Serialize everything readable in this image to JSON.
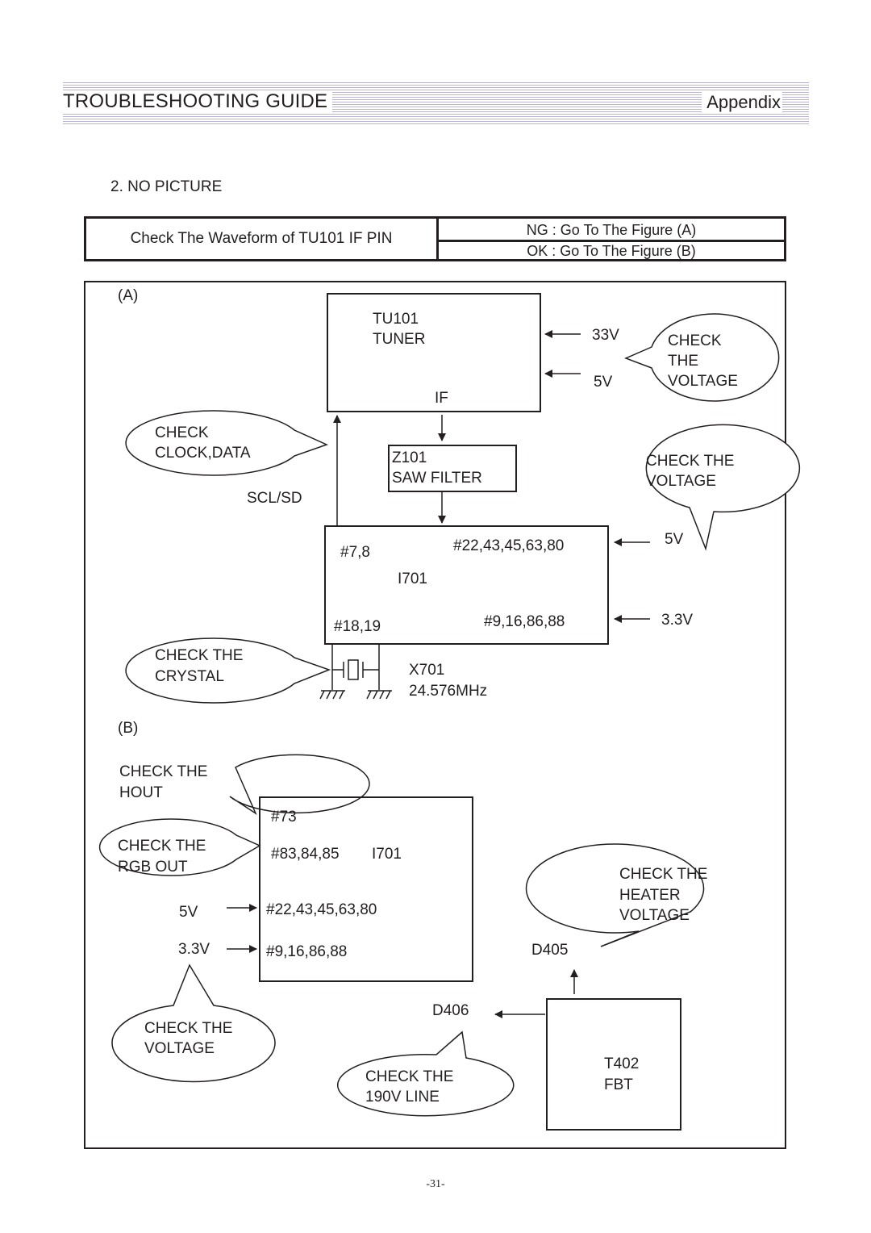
{
  "header": {
    "title": "TROUBLESHOOTING GUIDE",
    "appendix": "Appendix"
  },
  "section_title": "2. NO PICTURE",
  "table": {
    "check": "Check The Waveform of TU101 IF PIN",
    "ng": "NG : Go To The Figure (A)",
    "ok": "OK : Go To The Figure (B)"
  },
  "figure_a": {
    "label": "(A)",
    "tuner": {
      "line1": "TU101",
      "line2": "TUNER",
      "pin": "IF"
    },
    "v33": "33V",
    "v5_top": "5V",
    "bubble_voltage_top": [
      "CHECK",
      "THE",
      "VOLTAGE"
    ],
    "bubble_clock": [
      "CHECK",
      "CLOCK,DATA"
    ],
    "scl": "SCL/SD",
    "saw": {
      "line1": "Z101",
      "line2": "SAW FILTER"
    },
    "bubble_voltage_mid": [
      "CHECK THE",
      "VOLTAGE"
    ],
    "ic": {
      "p78": "#7,8",
      "p22": "#22,43,45,63,80",
      "name": "I701",
      "p18": "#18,19",
      "p9": "#9,16,86,88"
    },
    "v5_ic": "5V",
    "v33_ic": "3.3V",
    "bubble_crystal": [
      "CHECK THE",
      "CRYSTAL"
    ],
    "crystal": {
      "name": "X701",
      "freq": "24.576MHz"
    }
  },
  "figure_b": {
    "label": "(B)",
    "bubble_hout": [
      "CHECK THE",
      "HOUT"
    ],
    "bubble_rgb": [
      "CHECK THE",
      "RGB OUT"
    ],
    "ic": {
      "p73": "#73",
      "p83": "#83,84,85",
      "name": "I701",
      "p22": "#22,43,45,63,80",
      "p9": "#9,16,86,88"
    },
    "v5": "5V",
    "v33": "3.3V",
    "bubble_voltage": [
      "CHECK THE",
      "VOLTAGE"
    ],
    "bubble_heater": [
      "CHECK THE",
      "HEATER",
      "VOLTAGE"
    ],
    "d405": "D405",
    "d406": "D406",
    "fbt": {
      "line1": "T402",
      "line2": "FBT"
    },
    "bubble_190": [
      "CHECK THE",
      "190V LINE"
    ]
  },
  "page_number": "-31-"
}
